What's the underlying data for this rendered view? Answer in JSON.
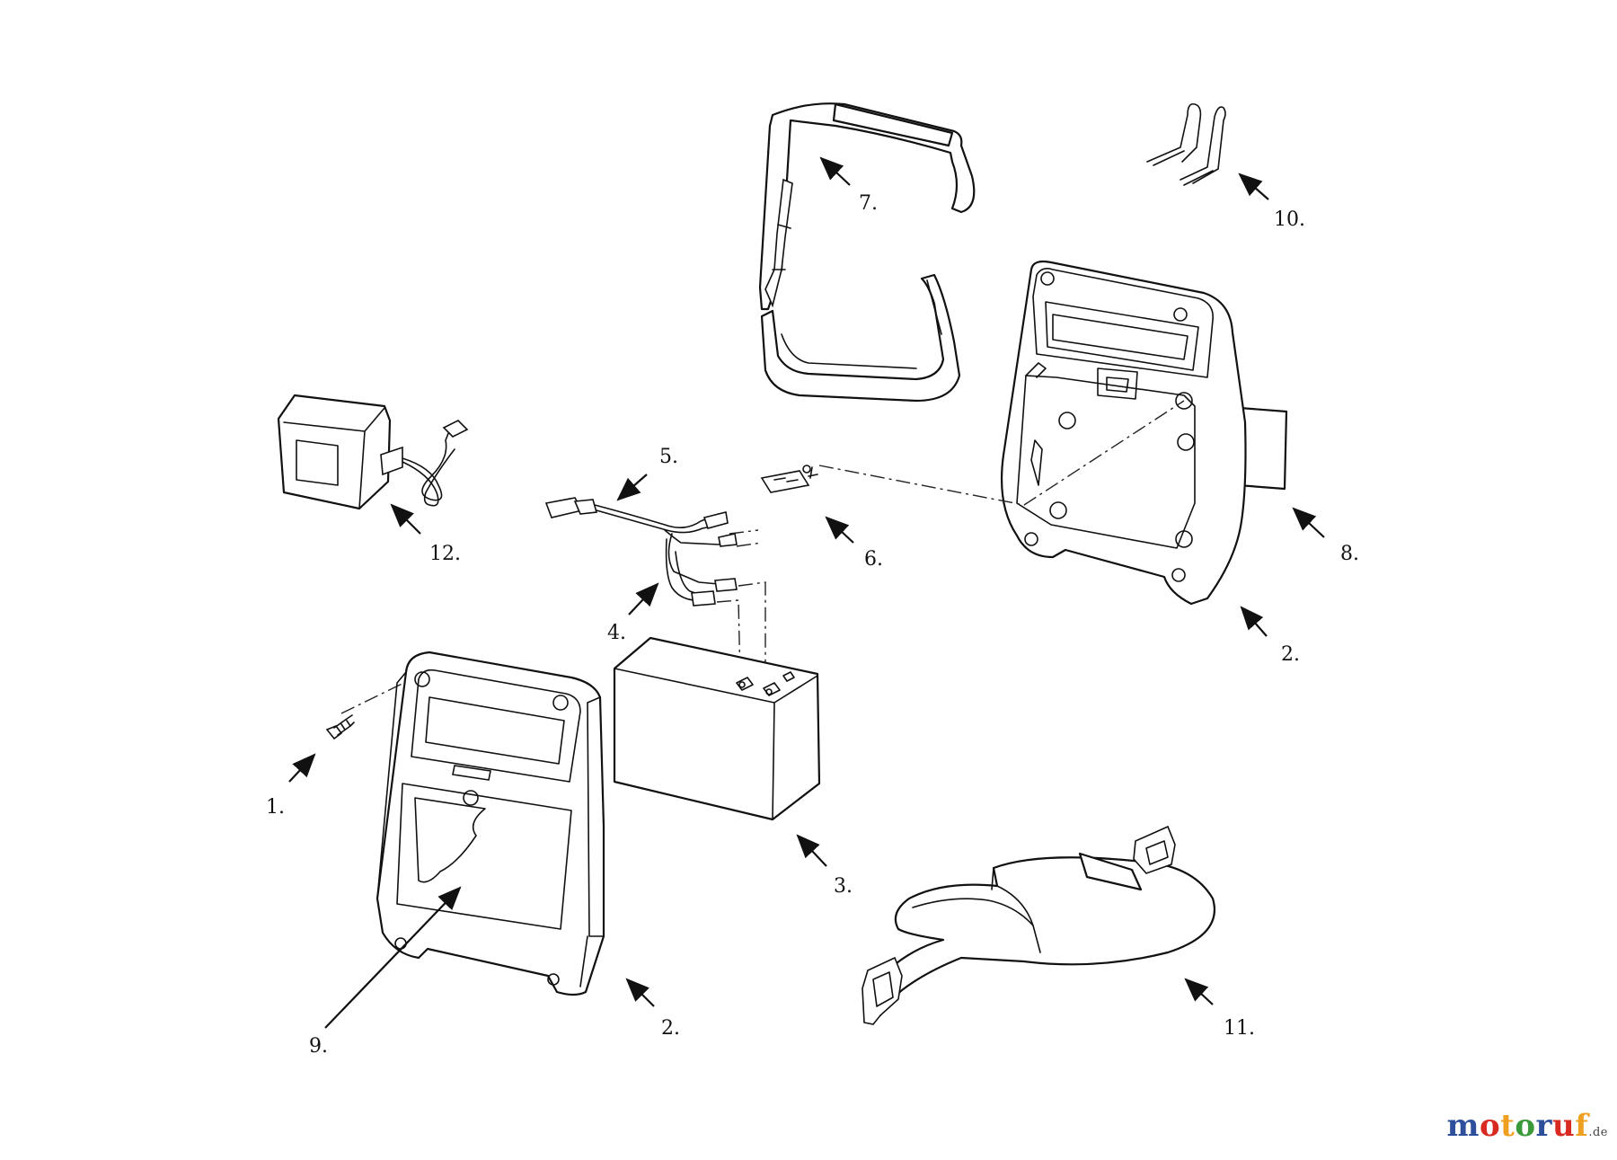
{
  "callouts": {
    "c1": "1.",
    "c2a": "2.",
    "c2b": "2.",
    "c3": "3.",
    "c4": "4.",
    "c5": "5.",
    "c6": "6.",
    "c7": "7.",
    "c8": "8.",
    "c9": "9.",
    "c10": "10.",
    "c11": "11.",
    "c12": "12."
  },
  "watermark": {
    "letters": [
      "m",
      "o",
      "t",
      "o",
      "r",
      "u",
      "f"
    ],
    "colors": [
      "#2d4f9c",
      "#d92a22",
      "#f0a020",
      "#3a9a3a",
      "#2d4f9c",
      "#d92a22",
      "#f0a020"
    ],
    "tld": ".de"
  }
}
